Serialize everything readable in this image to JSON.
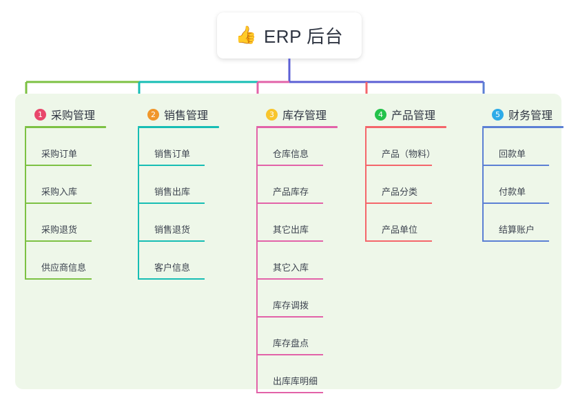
{
  "root": {
    "emoji": "👍",
    "emoji_name": "thumbs-up-icon",
    "label": "ERP 后台"
  },
  "palette": {
    "page_background": "#ffffff",
    "panel_background": "#eef7e9",
    "card_background": "#ffffff",
    "text": "#2f3542",
    "leaf_text": "#3d4450",
    "root_stem": "#5b5fd4"
  },
  "columns": [
    {
      "index": "1",
      "title": "采购管理",
      "badge_color": "#e8476b",
      "line_color": "#7cc143",
      "leaves": [
        "采购订单",
        "采购入库",
        "采购退货",
        "供应商信息"
      ]
    },
    {
      "index": "2",
      "title": "销售管理",
      "badge_color": "#f0962b",
      "line_color": "#16bdb4",
      "leaves": [
        "销售订单",
        "销售出库",
        "销售退货",
        "客户信息"
      ]
    },
    {
      "index": "3",
      "title": "库存管理",
      "badge_color": "#f8c52c",
      "line_color": "#e262a8",
      "leaves": [
        "仓库信息",
        "产品库存",
        "其它出库",
        "其它入库",
        "库存调拨",
        "库存盘点",
        "出库库明细"
      ]
    },
    {
      "index": "4",
      "title": "产品管理",
      "badge_color": "#23c24a",
      "line_color": "#f4656a",
      "leaves": [
        "产品（物料）",
        "产品分类",
        "产品单位"
      ]
    },
    {
      "index": "5",
      "title": "财务管理",
      "badge_color": "#2eabe8",
      "line_color": "#5b7fd4",
      "leaves": [
        "回款单",
        "付款单",
        "结算账户"
      ]
    }
  ]
}
